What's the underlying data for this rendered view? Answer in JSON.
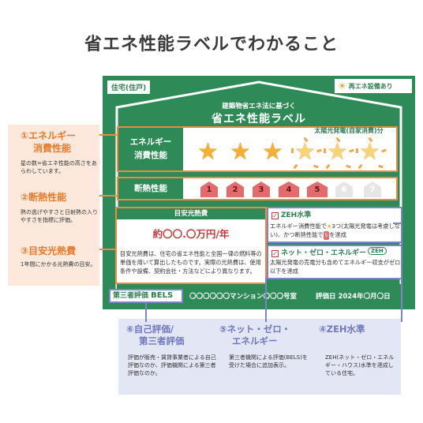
{
  "heading": "省エネ性能ラベルでわかること",
  "label": {
    "building_type": "住宅(住戸)",
    "renewable_tag": "再エネ設備あり",
    "subtitle": "建築物省エネ法に基づく",
    "title": "省エネ性能ラベル",
    "energy": {
      "label_line1": "エネルギー",
      "label_line2": "消費性能",
      "solar_caption": "太陽光発電(自家消費)分",
      "stars_filled": 3,
      "stars_solar": 3
    },
    "insulation": {
      "label": "断熱性能",
      "levels": [
        "1",
        "2",
        "3",
        "4",
        "5",
        "6",
        "7"
      ],
      "achieved_level": 5
    },
    "cost": {
      "head": "目安光熱費",
      "value": "約〇〇.〇万円/年",
      "description": "目安光熱費は、住宅の省エネ性能と全国一律の燃料等の単価を用いて算出したものです。実際の光熱費は、使用条件や設備、契約会社・方法などにより異なります。"
    },
    "zeh": {
      "head": "ZEH水準",
      "text_a": "エネルギー消費性能で",
      "text_b": "3つ(太陽光発電は考慮しない)、かつ断熱性能で",
      "badge": "5",
      "text_c": "を達成"
    },
    "net_zeh": {
      "head": "ネット・ゼロ・エネルギー",
      "mark": "ZEH",
      "text": "太陽光発電の売電分も含めてエネルギー収支がゼロ以下を達成"
    },
    "third_party": {
      "label": "第三者評価",
      "brand": "BELS"
    },
    "mansion": "〇〇〇〇〇〇マンション〇〇〇号室",
    "eval_date": "評価日 2024年〇月〇日"
  },
  "left_notes": [
    {
      "title_line1": "①エネルギー",
      "title_line2": "消費性能",
      "text": "星の数=省エネ性能の高さをあらわしています。"
    },
    {
      "title_line1": "②断熱性能",
      "title_line2": "",
      "text": "熱の逃げやすさと日射熱の入りやすさを指標に評価。"
    },
    {
      "title_line1": "③目安光熱費",
      "title_line2": "",
      "text": "1年間にかかる光熱費の目安。"
    }
  ],
  "bottom_notes": [
    {
      "title_line1": "⑥自己評価/",
      "title_line2": "第三者評価",
      "text": "評価が販売・賃貸事業者による自己評価なのか、評価機関による第三者評価なのか。"
    },
    {
      "title_line1": "⑤ネット・ゼロ・",
      "title_line2": "エネルギー",
      "text": "第三者機関による評価(BELS)を受けた場合に追加表示。"
    },
    {
      "title_line1": "④ZEH水準",
      "title_line2": "",
      "text": "ZEH(ネット・ゼロ・エネルギー・ハウス)水準を達成している住宅。"
    }
  ],
  "colors": {
    "board_green": "#2e8b57",
    "accent_orange": "#f08a3c",
    "accent_blue": "#7b86c9",
    "star_gold": "#f2b134",
    "house_red": "#e46b6b"
  }
}
